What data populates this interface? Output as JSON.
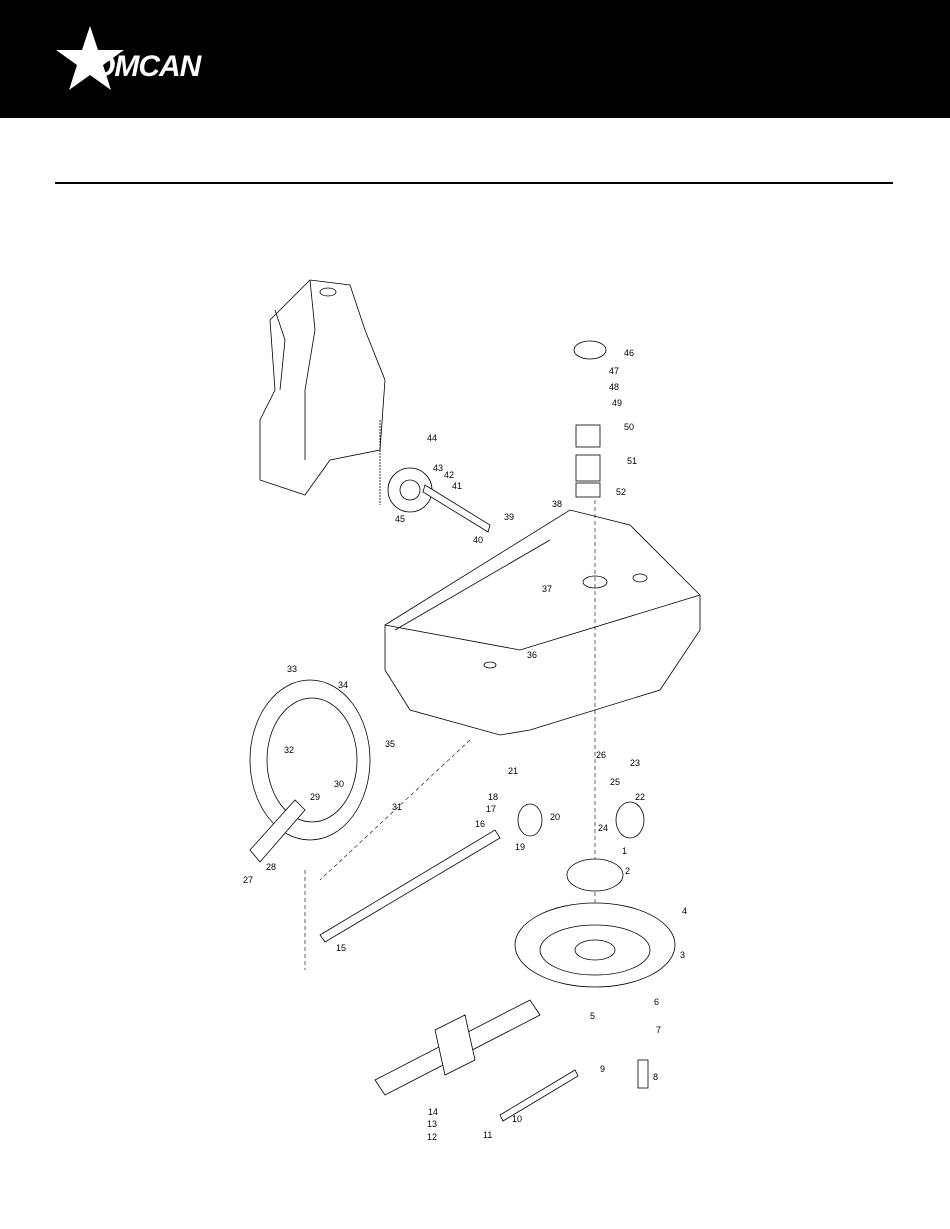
{
  "brand": {
    "name": "OMCAN"
  },
  "diagram": {
    "callouts": [
      "1",
      "2",
      "3",
      "4",
      "5",
      "6",
      "7",
      "8",
      "9",
      "10",
      "11",
      "12",
      "13",
      "14",
      "15",
      "16",
      "17",
      "18",
      "19",
      "20",
      "21",
      "22",
      "23",
      "24",
      "25",
      "26",
      "27",
      "28",
      "29",
      "30",
      "31",
      "32",
      "33",
      "34",
      "35",
      "36",
      "37",
      "38",
      "39",
      "40",
      "41",
      "42",
      "43",
      "44",
      "45",
      "46",
      "47",
      "48",
      "49",
      "50",
      "51",
      "52"
    ]
  }
}
